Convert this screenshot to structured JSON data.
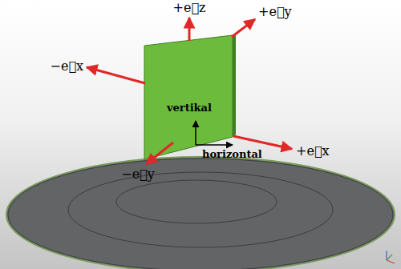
{
  "diagram": {
    "labels": [
      "+e⃗z",
      "+e⃗y",
      "−e⃗x",
      "+e⃗x",
      "−e⃗y",
      "vertikal",
      "horizontal"
    ]
  }
}
